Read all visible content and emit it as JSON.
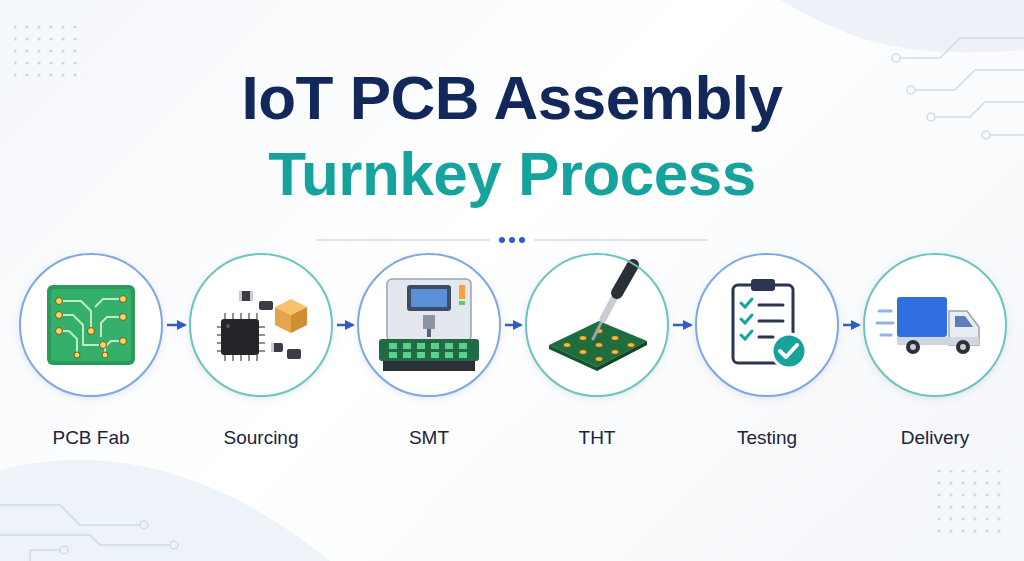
{
  "diagram": {
    "title": "IoT PCB Assembly Turnkey Process",
    "nodes": [
      {
        "text": [
          "PCB Fab"
        ]
      },
      {
        "text": [
          "Sourcing"
        ]
      },
      {
        "text": [
          "SMT"
        ]
      },
      {
        "text": [
          "THT"
        ]
      },
      {
        "text": [
          "Testing"
        ]
      },
      {
        "text": [
          "Delivery"
        ]
      }
    ],
    "edges": [
      {
        "from": 0,
        "to": 1,
        "arrow": "to"
      },
      {
        "from": 1,
        "to": 2,
        "arrow": "to"
      },
      {
        "from": 2,
        "to": 3,
        "arrow": "to"
      },
      {
        "from": 3,
        "to": 4,
        "arrow": "to"
      },
      {
        "from": 4,
        "to": 5,
        "arrow": "to"
      }
    ]
  }
}
